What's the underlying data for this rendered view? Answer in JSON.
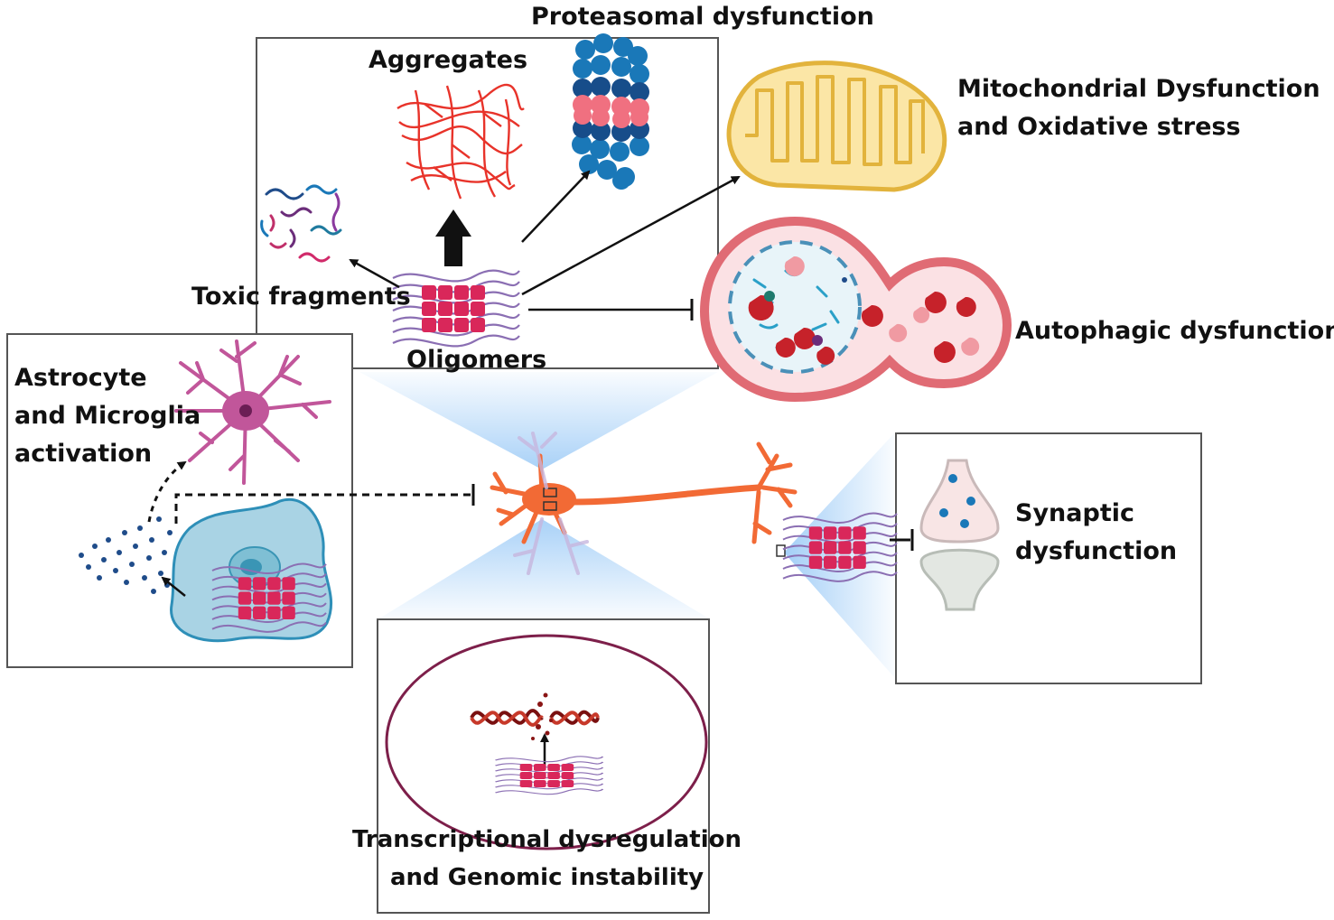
{
  "labels": {
    "proteasomal": "Proteasomal dysfunction",
    "aggregates": "Aggregates",
    "mito_line1": "Mitochondrial Dysfunction",
    "mito_line2": "and Oxidative stress",
    "toxic": "Toxic fragments",
    "oligomers": "Oligomers",
    "autophagic": "Autophagic dysfunction",
    "glia_line1": "Astrocyte",
    "glia_line2": "and Microglia",
    "glia_line3": "activation",
    "synaptic_line1": "Synaptic",
    "synaptic_line2": "dysfunction",
    "transcription_line1": "Transcriptional dysregulation",
    "transcription_line2": "and Genomic instability"
  },
  "colors": {
    "protein_fibril": "#d9275a",
    "fibril_strand": "#8b6fb3",
    "aggregate_red": "#e8332a",
    "mitochondria_fill": "#fbe6a6",
    "mitochondria_stroke": "#e2b33c",
    "autophagy_wall": "#e06b74",
    "neuron": "#f26a35",
    "astrocyte": "#c1569a",
    "microglia": "#a9d3e4",
    "proteasome_blue": "#1a78b8",
    "proteasome_dark": "#174d8a",
    "proteasome_pink": "#f07080",
    "nucleus_ring": "#7d1f4a",
    "glow_blue": "#9fcbf5"
  },
  "icons": [
    "aggregate-network-icon",
    "proteasome-icon",
    "mitochondrion-icon",
    "autophagosome-icon",
    "toxic-fragments-icon",
    "oligomer-icon",
    "astrocyte-icon",
    "microglia-icon",
    "neuron-icon",
    "synapse-icon",
    "nucleus-icon",
    "dna-icon"
  ]
}
